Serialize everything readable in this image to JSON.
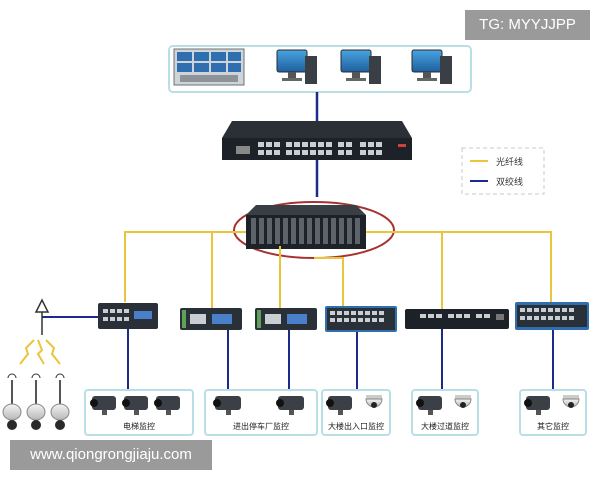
{
  "watermark_top": "TG: MYYJJPP",
  "watermark_bottom": "www.qiongrongjiaju.com",
  "legend": {
    "fiber_label": "光纤线",
    "twisted_label": "双绞线",
    "fiber_color": "#e8c53a",
    "twisted_color": "#1c2a8c"
  },
  "groups": [
    {
      "label": "电梯监控",
      "switch": "switch-8-port-sfp"
    },
    {
      "label": "进出停车厂监控",
      "switch": "switch-2-port-sfp"
    },
    {
      "label": "大楼出入口监控",
      "switch": "switch-16-port-blue"
    },
    {
      "label": "大楼过道监控",
      "switch": "switch-rack-1u"
    },
    {
      "label": "其它监控",
      "switch": "switch-16-port-blue"
    }
  ],
  "colors": {
    "device_dark": "#1d2128",
    "panel_border": "#b9dfe6",
    "ellipse": "#a8322f"
  }
}
